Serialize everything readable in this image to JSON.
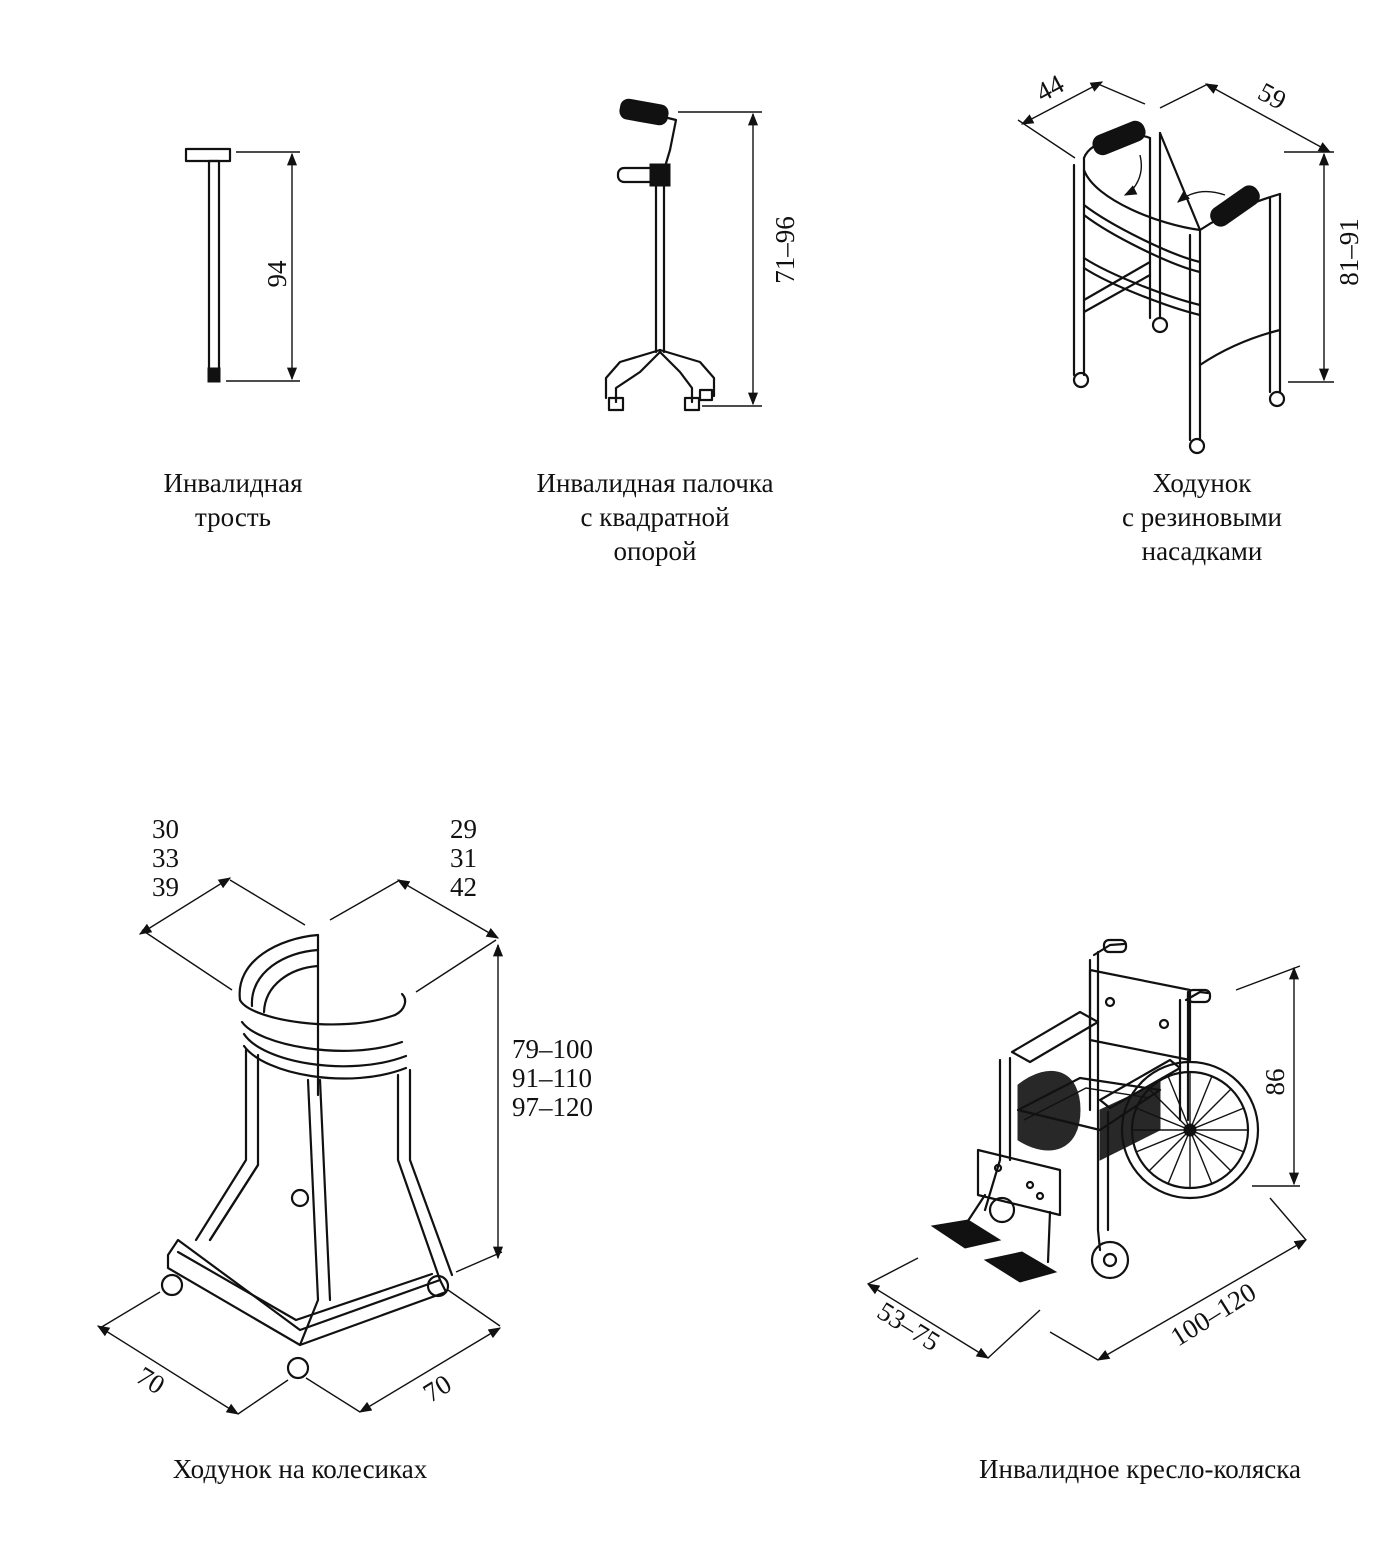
{
  "items": [
    {
      "caption": [
        "Инвалидная",
        "трость"
      ],
      "dims": [
        "94"
      ]
    },
    {
      "caption": [
        "Инвалидная палочка",
        "с квадратной",
        "опорой"
      ],
      "dims": [
        "71–96"
      ]
    },
    {
      "caption": [
        "Ходунок",
        "с резиновыми",
        "насадками"
      ],
      "dims": [
        "44",
        "59",
        "81–91"
      ]
    },
    {
      "caption": [
        "Ходунок на колесиках"
      ],
      "dims": [
        "70",
        "70"
      ],
      "depth_set": [
        "30",
        "33",
        "39"
      ],
      "width_set": [
        "29",
        "31",
        "42"
      ],
      "height_set": [
        "79–100",
        "91–110",
        "97–120"
      ]
    },
    {
      "caption": [
        "Инвалидное кресло-коляска"
      ],
      "dims": [
        "86",
        "53–75",
        "100–120"
      ]
    }
  ]
}
